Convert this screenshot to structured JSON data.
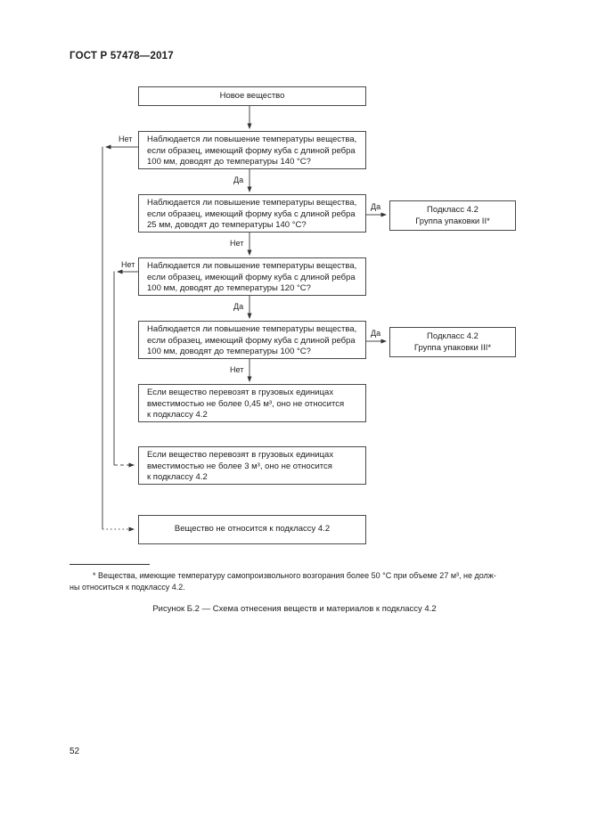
{
  "header": {
    "title": "ГОСТ Р 57478—2017"
  },
  "flowchart": {
    "labels": {
      "yes": "Да",
      "no": "Нет"
    },
    "start": {
      "text": "Новое вещество"
    },
    "q1": {
      "lines": [
        "Наблюдается ли повышение температуры вещества,",
        "если образец, имеющий форму куба с длиной ребра",
        "100 мм, доводят до температуры 140 °C?"
      ]
    },
    "q2": {
      "lines": [
        "Наблюдается ли повышение температуры вещества,",
        "если образец, имеющий форму куба с длиной ребра",
        "25 мм, доводят до температуры 140 °C?"
      ]
    },
    "q3": {
      "lines": [
        "Наблюдается ли повышение температуры вещества,",
        "если образец, имеющий форму куба с длиной ребра",
        "100 мм, доводят до температуры 120 °C?"
      ]
    },
    "q4": {
      "lines": [
        "Наблюдается ли повышение температуры вещества,",
        "если образец, имеющий форму куба с длиной ребра",
        "100 мм, доводят до температуры 100 °C?"
      ]
    },
    "result1": {
      "lines": [
        "Подкласс 4.2",
        "Группа упаковки II*"
      ]
    },
    "result2": {
      "lines": [
        "Подкласс 4.2",
        "Группа упаковки III*"
      ]
    },
    "note045": {
      "lines": [
        "Если вещество перевозят в грузовых единицах",
        "вместимостью не более 0,45 м³, оно не относится",
        "к подклассу 4.2"
      ]
    },
    "note3": {
      "lines": [
        "Если вещество перевозят в грузовых единицах",
        "вместимостью не более 3 м³, оно не относится",
        "к подклассу 4.2"
      ]
    },
    "final": {
      "text": "Вещество не относится к подклассу 4.2"
    }
  },
  "footnote": {
    "line1": "* Вещества, имеющие температуру самопроизвольного возгорания более 50 °C при объеме 27 м³, не долж-",
    "line2": "ны относиться к подклассу 4.2."
  },
  "caption": {
    "text": "Рисунок Б.2 — Схема отнесения веществ и материалов к подклассу 4.2"
  },
  "footer": {
    "page_number": "52"
  }
}
